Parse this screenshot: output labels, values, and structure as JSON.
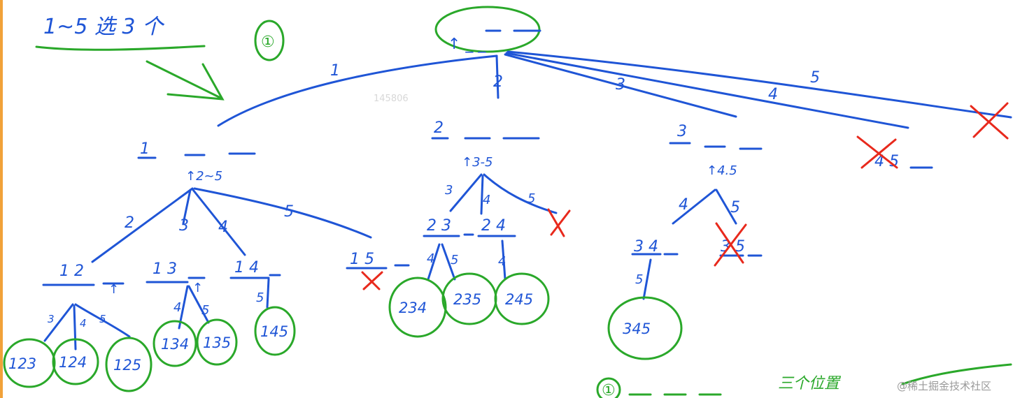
{
  "title": "1~5 选 3 个",
  "step_marker": "①",
  "root": {
    "label": "↑ _ _"
  },
  "root_edges": [
    "1",
    "2",
    "3",
    "4",
    "5"
  ],
  "level1": [
    {
      "prefix": "1",
      "pool": "↑2~5"
    },
    {
      "prefix": "2",
      "pool": "↑3-5"
    },
    {
      "prefix": "3",
      "pool": "↑4.5"
    },
    {
      "prefix": "4 5"
    }
  ],
  "level1_edges": {
    "n1": [
      "2",
      "3",
      "4",
      "5"
    ],
    "n2": [
      "3",
      "4",
      "5"
    ],
    "n3": [
      "4",
      "5"
    ]
  },
  "level2": [
    {
      "text": "1 2",
      "arrow": "↑"
    },
    {
      "text": "1 3",
      "arrow": "↑"
    },
    {
      "text": "1 4"
    },
    {
      "text": "1 5"
    },
    {
      "text": "2 3"
    },
    {
      "text": "2 4"
    },
    {
      "text": "3 4"
    },
    {
      "text": "3 5"
    }
  ],
  "level2_edges": {
    "n12": [
      "3",
      "4",
      "5"
    ],
    "n13": [
      "4",
      "5"
    ],
    "n14": [
      "5"
    ],
    "n23": [
      "4",
      "5"
    ],
    "n24": [
      "4"
    ],
    "n34": [
      "5"
    ]
  },
  "results": [
    "123",
    "124",
    "125",
    "134",
    "135",
    "145",
    "234",
    "235",
    "245",
    "345"
  ],
  "bottom": {
    "marker": "①",
    "note": "三个位置"
  },
  "watermark": "145806",
  "credit": "@稀土掘金技术社区",
  "colors": {
    "tree": "#1f55d6",
    "circle": "#2aa82a",
    "cross": "#e8291c"
  }
}
